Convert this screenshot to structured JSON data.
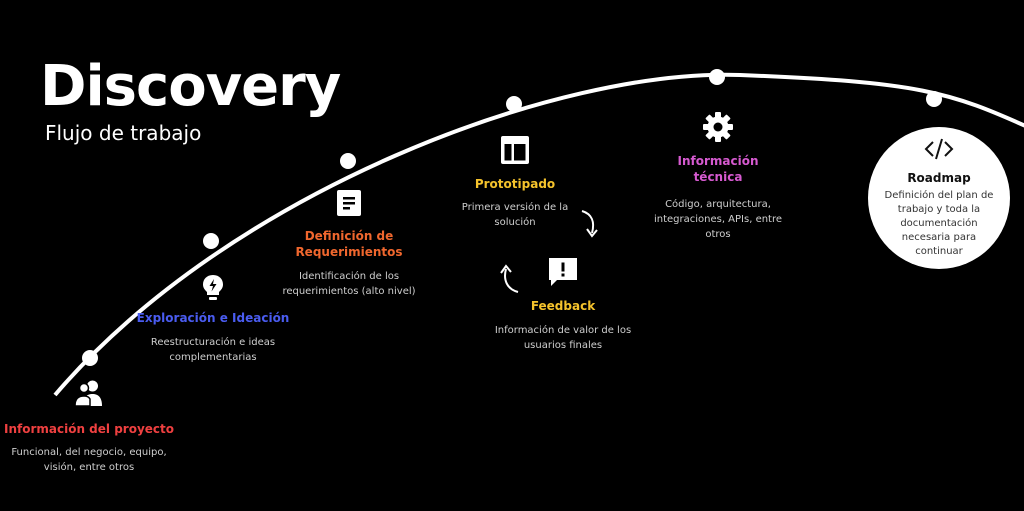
{
  "header": {
    "title": "Discovery",
    "subtitle": "Flujo de trabajo"
  },
  "colors": {
    "background": "#000000",
    "curve": "#ffffff",
    "red": "#ef4040",
    "blue": "#4a5cf0",
    "orange": "#f0672e",
    "yellow": "#f5c32c",
    "magenta": "#d65ad0"
  },
  "steps": {
    "info_proyecto": {
      "label": "Información del proyecto",
      "desc": "Funcional, del negocio, equipo, visión, entre otros",
      "color": "#ef4040",
      "icon": "users-icon"
    },
    "exploracion": {
      "label": "Exploración e Ideación",
      "desc": "Reestructuración e ideas complementarias",
      "color": "#4a5cf0",
      "icon": "lightbulb-icon"
    },
    "definicion": {
      "label": "Definición de Requerimientos",
      "desc": "Identificación de los requerimientos (alto nivel)",
      "color": "#f0672e",
      "icon": "document-icon"
    },
    "prototipado": {
      "label": "Prototipado",
      "desc": "Primera versión de la solución",
      "color": "#f5c32c",
      "icon": "layout-icon"
    },
    "feedback": {
      "label": "Feedback",
      "desc": "Información de valor de los usuarios finales",
      "color": "#f5c32c",
      "icon": "feedback-icon"
    },
    "info_tecnica": {
      "label": "Información técnica",
      "desc": "Código, arquitectura, integraciones, APIs, entre otros",
      "color": "#d65ad0",
      "icon": "gear-icon"
    },
    "roadmap": {
      "label": "Roadmap",
      "desc": "Definición del plan de trabajo y toda la documentación necesaria para continuar",
      "icon": "code-icon"
    }
  }
}
